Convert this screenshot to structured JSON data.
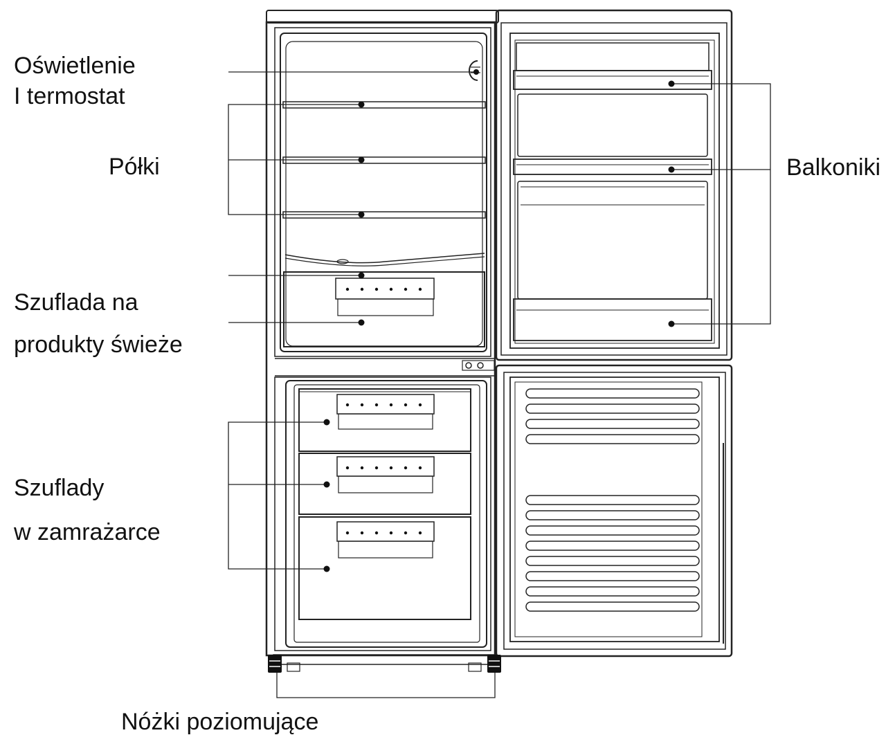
{
  "labels": {
    "light_thermostat_1": "Oświetlenie",
    "light_thermostat_2": "I termostat",
    "shelves": "Półki",
    "crisper_1": "Szuflada na",
    "crisper_2": "produkty świeże",
    "balconies": "Balkoniki",
    "freezer_drawers_1": "Szuflady",
    "freezer_drawers_2": "w zamrażarce",
    "levelling_feet": "Nóżki poziomujące"
  },
  "colors": {
    "line": "#222222",
    "background": "#ffffff"
  }
}
